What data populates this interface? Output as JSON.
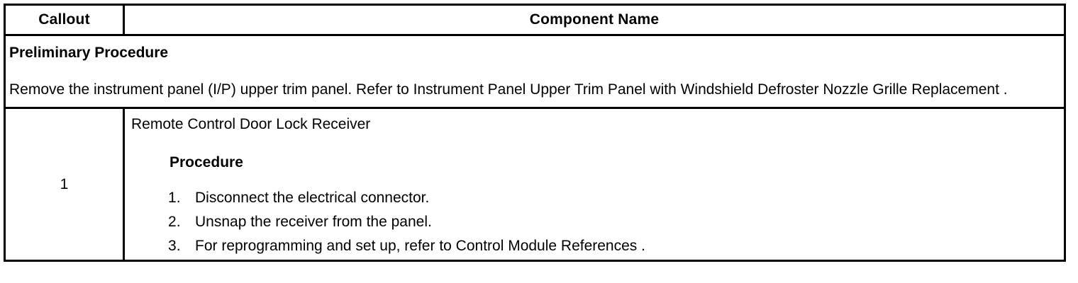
{
  "table": {
    "headers": {
      "callout": "Callout",
      "component_name": "Component Name"
    },
    "preliminary": {
      "title": "Preliminary Procedure",
      "body": "Remove the instrument panel (I/P) upper trim panel. Refer to Instrument Panel Upper Trim Panel with Windshield Defroster Nozzle Grille Replacement ."
    },
    "rows": [
      {
        "callout": "1",
        "component_name": "Remote Control Door Lock Receiver",
        "procedure_heading": "Procedure",
        "steps": [
          "Disconnect the electrical connector.",
          "Unsnap the receiver from the panel.",
          "For reprogramming and set up, refer to Control Module References ."
        ]
      }
    ]
  }
}
